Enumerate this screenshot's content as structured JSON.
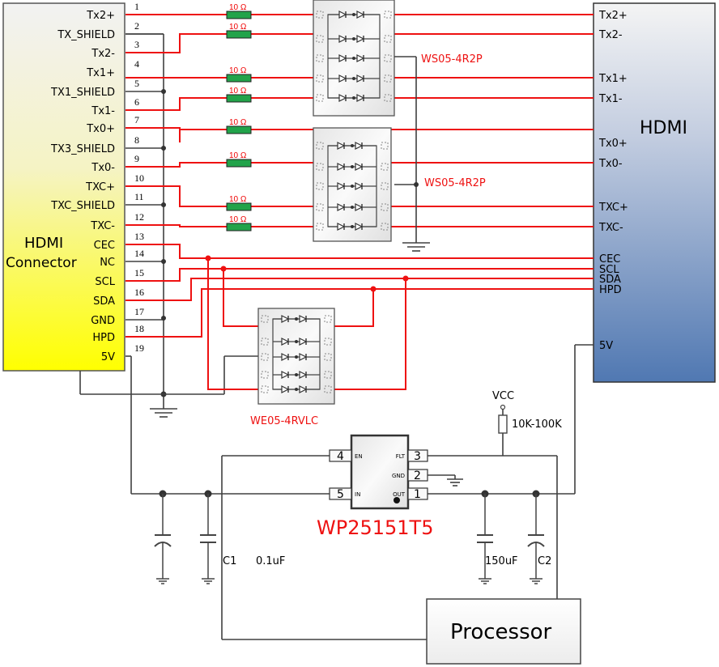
{
  "left_connector": {
    "title_line1": "HDMI",
    "title_line2": "Connector",
    "pins": [
      {
        "num": "1",
        "label": "Tx2+",
        "net": "signal"
      },
      {
        "num": "2",
        "label": "TX_SHIELD",
        "net": "ground"
      },
      {
        "num": "3",
        "label": "Tx2-",
        "net": "signal"
      },
      {
        "num": "4",
        "label": "Tx1+",
        "net": "signal"
      },
      {
        "num": "5",
        "label": "TX1_SHIELD",
        "net": "ground"
      },
      {
        "num": "6",
        "label": "Tx1-",
        "net": "signal"
      },
      {
        "num": "7",
        "label": "Tx0+",
        "net": "signal"
      },
      {
        "num": "8",
        "label": "TX3_SHIELD",
        "net": "ground"
      },
      {
        "num": "9",
        "label": "Tx0-",
        "net": "signal"
      },
      {
        "num": "10",
        "label": "TXC+",
        "net": "signal"
      },
      {
        "num": "11",
        "label": "TXC_SHIELD",
        "net": "ground"
      },
      {
        "num": "12",
        "label": "TXC-",
        "net": "signal"
      },
      {
        "num": "13",
        "label": "CEC",
        "net": "signal"
      },
      {
        "num": "14",
        "label": "NC",
        "net": "ground"
      },
      {
        "num": "15",
        "label": "SCL",
        "net": "signal"
      },
      {
        "num": "16",
        "label": "SDA",
        "net": "signal"
      },
      {
        "num": "17",
        "label": "GND",
        "net": "ground"
      },
      {
        "num": "18",
        "label": "HPD",
        "net": "signal"
      },
      {
        "num": "19",
        "label": "5V",
        "net": "power"
      }
    ]
  },
  "right_hdmi": {
    "title": "HDMI",
    "pins": [
      "Tx2+",
      "Tx2-",
      "Tx1+",
      "Tx1-",
      "Tx0+",
      "Tx0-",
      "TXC+",
      "TXC-",
      "CEC",
      "SCL",
      "SDA",
      "HPD",
      "5V"
    ]
  },
  "resistors": {
    "label": "10 Ω",
    "count": 8
  },
  "tvs_upper": {
    "part": "WS05-4R2P"
  },
  "tvs_lower": {
    "part": "WS05-4R2P"
  },
  "tvs_control": {
    "part": "WE05-4RVLC"
  },
  "load_switch": {
    "part": "WP25151T5",
    "pins": [
      {
        "num": "4",
        "name": "EN"
      },
      {
        "num": "5",
        "name": "IN"
      },
      {
        "num": "3",
        "name": "FLT"
      },
      {
        "num": "2",
        "name": "GND"
      },
      {
        "num": "1",
        "name": "OUT"
      }
    ]
  },
  "pullup": {
    "supply": "VCC",
    "value": "10K-100K"
  },
  "capacitors": {
    "c1_label": "C1",
    "c1_value": "0.1uF",
    "c2_label": "C2",
    "c2_value": "150uF"
  },
  "processor": {
    "label": "Processor"
  },
  "colors": {
    "signal": "#ee1111",
    "wire": "#404040",
    "resistor": "#22a34a"
  }
}
